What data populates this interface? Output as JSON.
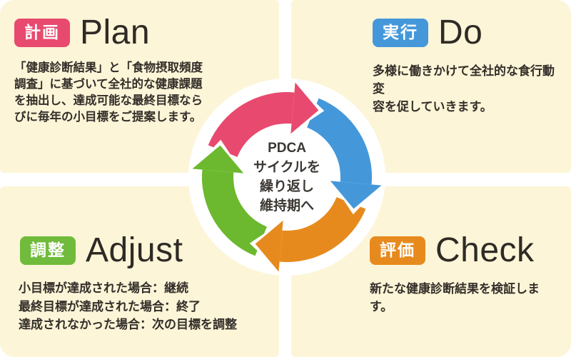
{
  "page": {
    "bg": "#ffffff",
    "panel_bg": "#fcf5d8",
    "text_color": "#332e29"
  },
  "quadrants": [
    {
      "key": "plan",
      "badge": "計画",
      "title": "Plan",
      "color": "#e84a6f",
      "lines": [
        "「健康診断結果」と「食物摂取頻度",
        "調査」に基づいて全社的な健康課題",
        "を抽出し、達成可能な最終目標なら",
        "びに毎年の小目標をご提案します。"
      ]
    },
    {
      "key": "do",
      "badge": "実行",
      "title": "Do",
      "color": "#4498da",
      "lines": [
        "多様に働きかけて全社的な食行動変",
        "容を促していきます。"
      ]
    },
    {
      "key": "adjust",
      "badge": "調整",
      "title": "Adjust",
      "color": "#70bb3b",
      "lines": [
        "小目標が達成された場合：継続",
        "最終目標が達成された場合：終了",
        "達成されなかった場合：次の目標を調整"
      ]
    },
    {
      "key": "check",
      "badge": "評価",
      "title": "Check",
      "color": "#e78a1e",
      "lines": [
        "新たな健康診断結果を検証します。"
      ]
    }
  ],
  "cycle": {
    "center_lines": [
      "PDCA",
      "サイクルを",
      "繰り返し",
      "維持期へ"
    ],
    "colors": {
      "plan": "#e84a6f",
      "do": "#4498da",
      "check": "#e78a1e",
      "adjust": "#6cb82e"
    }
  }
}
